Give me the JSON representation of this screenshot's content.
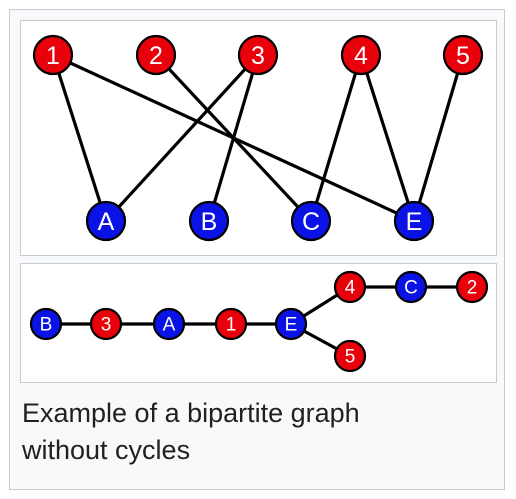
{
  "colors": {
    "top_color": "#e8000b",
    "bottom_color": "#0b12e6",
    "edge": "#000000"
  },
  "graph_top": {
    "top_nodes": [
      "1",
      "2",
      "3",
      "4",
      "5"
    ],
    "bottom_nodes": [
      "A",
      "B",
      "C",
      "E"
    ],
    "edges": [
      [
        "1",
        "A"
      ],
      [
        "1",
        "E"
      ],
      [
        "2",
        "C"
      ],
      [
        "3",
        "A"
      ],
      [
        "3",
        "B"
      ],
      [
        "4",
        "C"
      ],
      [
        "4",
        "E"
      ],
      [
        "5",
        "E"
      ]
    ]
  },
  "graph_bottom": {
    "nodes": [
      {
        "id": "B",
        "color": "bottom"
      },
      {
        "id": "3",
        "color": "top"
      },
      {
        "id": "A",
        "color": "bottom"
      },
      {
        "id": "1",
        "color": "top"
      },
      {
        "id": "E",
        "color": "bottom"
      },
      {
        "id": "4",
        "color": "top"
      },
      {
        "id": "C",
        "color": "bottom"
      },
      {
        "id": "2",
        "color": "top"
      },
      {
        "id": "5",
        "color": "top"
      }
    ],
    "edges": [
      [
        "B",
        "3"
      ],
      [
        "3",
        "A"
      ],
      [
        "A",
        "1"
      ],
      [
        "1",
        "E"
      ],
      [
        "E",
        "4"
      ],
      [
        "4",
        "C"
      ],
      [
        "C",
        "2"
      ],
      [
        "E",
        "5"
      ]
    ]
  },
  "caption": {
    "line1": "Example of a bipartite graph",
    "line2": "without cycles"
  }
}
